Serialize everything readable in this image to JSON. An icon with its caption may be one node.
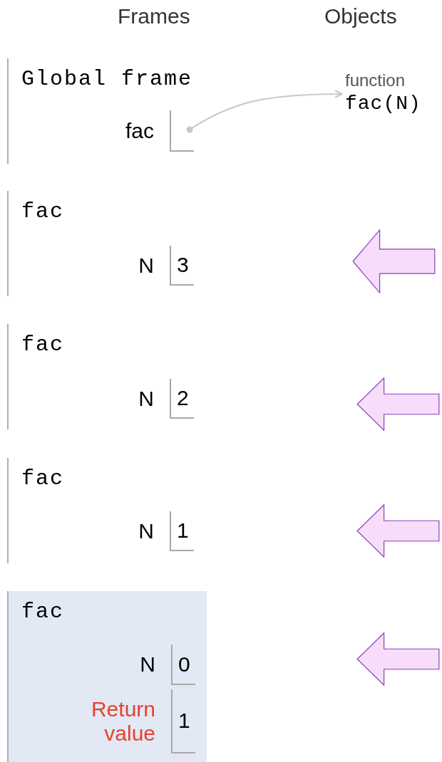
{
  "diagram": {
    "nodes": [
      {
        "text": [
          "Global frame"
        ]
      },
      {
        "text": [
          "fac"
        ],
        "in": 0
      },
      {
        "text": [
          "function",
          "fac(N)"
        ]
      },
      {
        "text": [
          "fac"
        ]
      },
      {
        "text": [
          "N",
          "3"
        ],
        "in": 3
      },
      {
        "text": [
          "fac"
        ]
      },
      {
        "text": [
          "N",
          "2"
        ],
        "in": 5
      },
      {
        "text": [
          "fac"
        ]
      },
      {
        "text": [
          "N",
          "1"
        ],
        "in": 7
      },
      {
        "text": [
          "fac"
        ]
      },
      {
        "text": [
          "N",
          "0"
        ],
        "in": 9
      },
      {
        "text": [
          "Return value",
          "1"
        ],
        "in": 9
      },
      {
        "text": [],
        "shape": "arrow"
      },
      {
        "text": [],
        "shape": "arrow"
      },
      {
        "text": [],
        "shape": "arrow"
      },
      {
        "text": [],
        "shape": "arrow"
      }
    ],
    "edges": [
      {
        "from": 1,
        "to": 2,
        "arrow": "to"
      }
    ],
    "labels": [
      "Frames",
      "Objects"
    ]
  }
}
